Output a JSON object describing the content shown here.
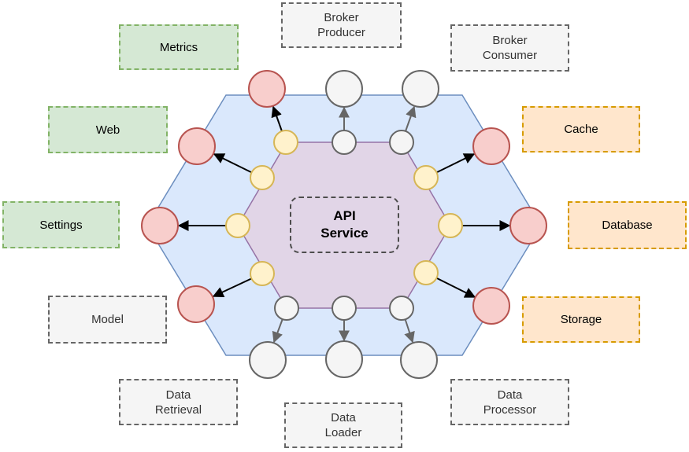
{
  "colors": {
    "background": "#ffffff",
    "green_fill": "#d5e8d4",
    "green_stroke": "#82b366",
    "orange_fill": "#ffe6cc",
    "orange_stroke": "#d79b00",
    "gray_fill": "#f5f5f5",
    "gray_stroke": "#666666",
    "blue_hex_fill": "#dae8fc",
    "blue_hex_stroke": "#6c8ebf",
    "purple_hex_fill": "#e1d5e7",
    "purple_hex_stroke": "#9673a6",
    "yellow_port_fill": "#fff2cc",
    "yellow_port_stroke": "#d6b656",
    "red_node_fill": "#f8cecc",
    "red_node_stroke": "#b85450",
    "white_node_fill": "#f5f5f5",
    "white_node_stroke": "#666666",
    "arrow_black": "#000000",
    "arrow_gray": "#666666",
    "api_box_stroke": "#4d4d4d",
    "text_dark": "#000000",
    "text_gray": "#333333"
  },
  "diagram": {
    "hub": {
      "label": "API\nService"
    },
    "boxes": [
      {
        "id": "metrics",
        "label": "Metrics",
        "category": "green"
      },
      {
        "id": "broker-producer",
        "label": "Broker\nProducer",
        "category": "gray"
      },
      {
        "id": "broker-consumer",
        "label": "Broker\nConsumer",
        "category": "gray"
      },
      {
        "id": "web",
        "label": "Web",
        "category": "green"
      },
      {
        "id": "cache",
        "label": "Cache",
        "category": "orange"
      },
      {
        "id": "settings",
        "label": "Settings",
        "category": "green"
      },
      {
        "id": "database",
        "label": "Database",
        "category": "orange"
      },
      {
        "id": "model",
        "label": "Model",
        "category": "gray"
      },
      {
        "id": "storage",
        "label": "Storage",
        "category": "orange"
      },
      {
        "id": "data-retrieval",
        "label": "Data\nRetrieval",
        "category": "gray"
      },
      {
        "id": "data-loader",
        "label": "Data\nLoader",
        "category": "gray"
      },
      {
        "id": "data-processor",
        "label": "Data\nProcessor",
        "category": "gray"
      }
    ],
    "structure": {
      "outer_hexagon_color": "blue",
      "inner_hexagon_color": "purple",
      "yellow_ports": 7,
      "white_ports": 5,
      "red_outer_nodes": 7,
      "white_outer_nodes": 5,
      "black_arrows": 7,
      "gray_arrows": 5
    }
  }
}
